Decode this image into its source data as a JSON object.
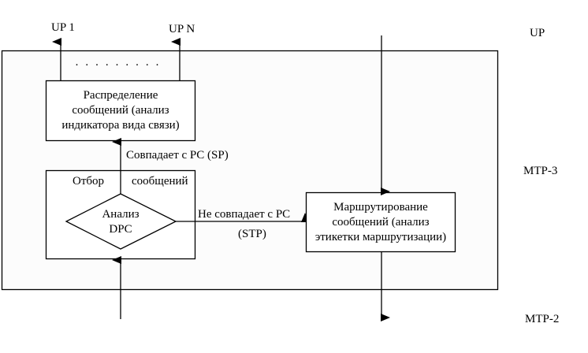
{
  "diagram": {
    "layers": {
      "up": "UP",
      "mtp3": "MTP-3",
      "mtp2": "MTP-2"
    },
    "outputs": {
      "up1": "UP 1",
      "upN": "UP N",
      "ellipsis": "· · · · · · · · ·"
    },
    "distribution_box": {
      "lines": [
        "Распределение",
        "сообщений (анализ",
        "индикатора вида связи)"
      ]
    },
    "selection_box": {
      "title_left": "Отбор",
      "title_right": "сообщений"
    },
    "decision": {
      "lines": [
        "Анализ",
        "DPC"
      ]
    },
    "routing_box": {
      "lines": [
        "Маршрутирование",
        "сообщений (анализ",
        "этикетки маршрутизации)"
      ]
    },
    "edges": {
      "match": "Совпадает с PC (SP)",
      "no_match_line1": "Не совпадает с PC",
      "no_match_line2": "(STP)"
    },
    "colors": {
      "stroke": "#000000",
      "layer_background": "#fcfcfc"
    }
  }
}
